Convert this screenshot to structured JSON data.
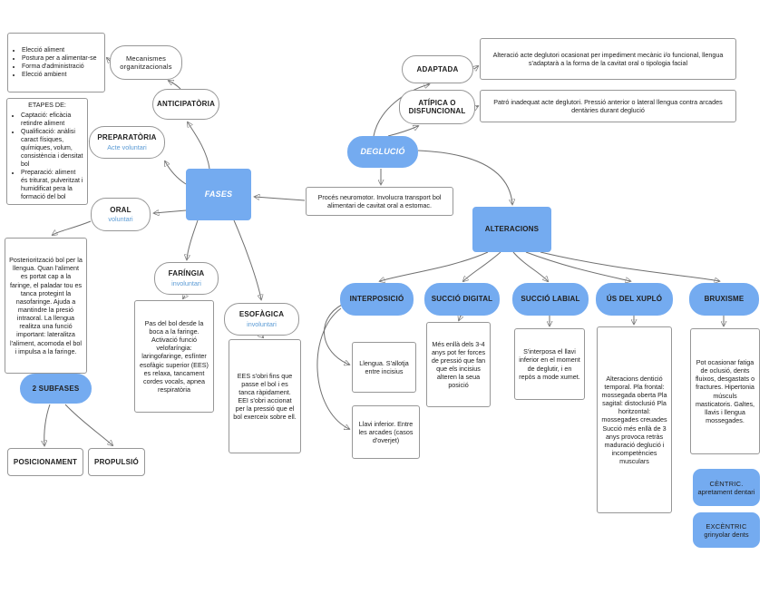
{
  "title": "Mapa conceptual deglució",
  "colors": {
    "node_blue": "#74abf0",
    "sublabel_blue": "#5b9bd5",
    "border_gray": "#979797",
    "edge_gray": "#6f6f6f"
  },
  "nodes": {
    "eleccio_list": {
      "items": [
        "Elecció aliment",
        "Postura per a alimentar-se",
        "Forma d'administració",
        "Elecció ambient"
      ]
    },
    "mecanismes": {
      "label": "Mecanismes organitzacionals"
    },
    "anticipatoria": {
      "label": "ANTICIPATÒRIA"
    },
    "etapes": {
      "title": "ETAPES DE:",
      "items": [
        "Captació: eficàcia retindre aliment",
        "Qualificació: anàlisi caract físiques, químiques, volum, consistència i densitat bol",
        "Preparació: aliment és triturat, pulveritzat i humidificat pera la formació del bol"
      ]
    },
    "preparatoria": {
      "label": "PREPARATÒRIA",
      "sublabel": "Acte voluntari"
    },
    "fases": {
      "label": "FASES"
    },
    "oral": {
      "label": "ORAL",
      "sublabel": "voluntari"
    },
    "oral_desc": {
      "text": "Posteriorització bol per la llengua. Quan l'aliment es portat cap a la faringe, el paladar tou es tanca protegint la nasofaringe.  Ajuda a mantindre la presió intraoral. La llengua realitza una funció important: lateralitza l'aliment, acomoda el bol i impulsa a la faringe."
    },
    "subfases": {
      "label": "2 SUBFASES"
    },
    "posicionament": {
      "label": "POSICIONAMENT"
    },
    "propulsio": {
      "label": "PROPULSIÓ"
    },
    "faringia": {
      "label": "FARÍNGIA",
      "sublabel": "involuntari"
    },
    "faringia_desc": {
      "text": "Pas del bol desde la boca a la faringe. Activació funció velofaríngia: laringofaringe, esfínter esofàgic superior (EES) es relaxa, tancament cordes vocals, apnea respiratòria"
    },
    "esofagica": {
      "label": "ESOFÀGICA",
      "sublabel": "involuntari"
    },
    "esofagica_desc": {
      "text": "EES s'obri fins que passe el bol i es tanca ràpidament. EEI s'obri accionat per la pressió que el bol exerceix sobre ell."
    },
    "deglucio": {
      "label": "DEGLUCIÓ"
    },
    "adaptada": {
      "label": "ADAPTADA"
    },
    "atipica": {
      "label": "ATÍPICA O DISFUNCIONAL"
    },
    "proces": {
      "text": "Procés neuromotor. Involucra transport bol alimentari de cavitat oral a estomac."
    },
    "adaptada_desc": {
      "text": "Alteració acte deglutori ocasionat per impediment mecànic i/o funcional, llengua s'adaptarà a la forma de la cavitat oral o tipologia facial"
    },
    "atipica_desc": {
      "text": "Patró inadequat acte deglutori. Pressió anterior o lateral llengua contra arcades dentàries durant deglució"
    },
    "alteracions": {
      "label": "ALTERACIONS"
    },
    "interposicio": {
      "label": "INTERPOSICIÓ"
    },
    "succio_digital": {
      "label": "SUCCIÓ DIGITAL"
    },
    "succio_labial": {
      "label": "SUCCIÓ LABIAL"
    },
    "us_xuplo": {
      "label": "ÚS DEL XUPLÓ"
    },
    "bruxisme": {
      "label": "BRUXISME"
    },
    "llengua_desc": {
      "text": "Llengua. S'allotja entre incisius"
    },
    "llavi_desc": {
      "text": "Llavi inferior. Entre les arcades (casos d'overjet)"
    },
    "succio_digital_desc": {
      "text": "Més enllà dels 3-4 anys pot fer forces de pressió que fan que els incisius alteren la seua posició"
    },
    "succio_labial_desc": {
      "text": "S'interposa el llavi inferior en el moment de deglutir, i en repòs a mode xumet."
    },
    "us_xuplo_desc": {
      "text": "Alteracions dentició temporal. Pla frontal: mossegada oberta Pla sagital: distoclusió Pla horitzontal: mossegades creuades Succió més enllà de 3 anys provoca retràs maduració deglució i incompetències musculars"
    },
    "bruxisme_desc": {
      "text": "Pot ocasionar fatiga de oclusió, dents fluixos, desgastats o fractures. Hipertonia músculs masticatoris. Galtes, llavis i llengua mossegades."
    },
    "centric": {
      "label": "CÈNTRIC.",
      "sublabel": "apretament dentari"
    },
    "excentric": {
      "label": "EXCÈNTRIC",
      "sublabel": "grinyolar dents"
    }
  }
}
